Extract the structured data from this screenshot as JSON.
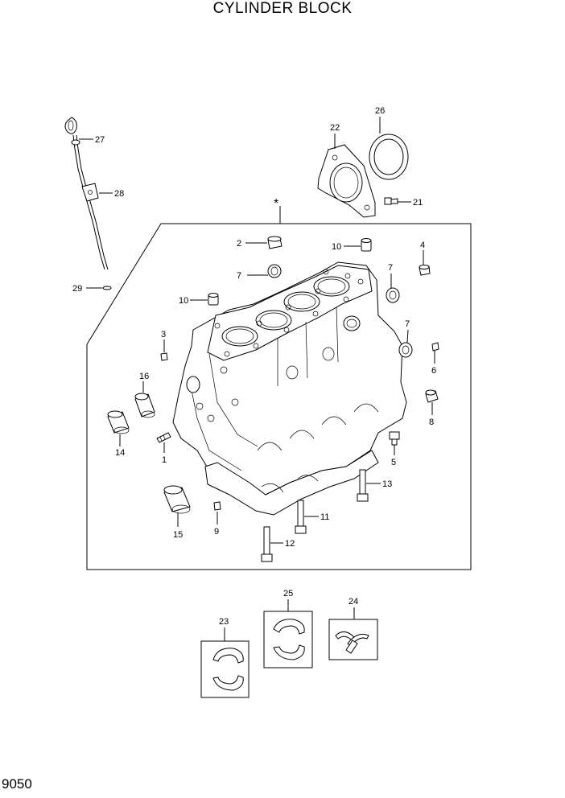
{
  "title": "CYLINDER BLOCK",
  "page_number": "9050",
  "assembly_marker": "*",
  "callouts": {
    "c1": "1",
    "c2": "2",
    "c3": "3",
    "c4": "4",
    "c5": "5",
    "c6": "6",
    "c7a": "7",
    "c7b": "7",
    "c7c": "7",
    "c8": "8",
    "c9": "9",
    "c10a": "10",
    "c10b": "10",
    "c11": "11",
    "c12": "12",
    "c13": "13",
    "c14": "14",
    "c15": "15",
    "c16": "16",
    "c21": "21",
    "c22": "22",
    "c23": "23",
    "c24": "24",
    "c25": "25",
    "c26": "26",
    "c27": "27",
    "c28": "28",
    "c29": "29"
  }
}
